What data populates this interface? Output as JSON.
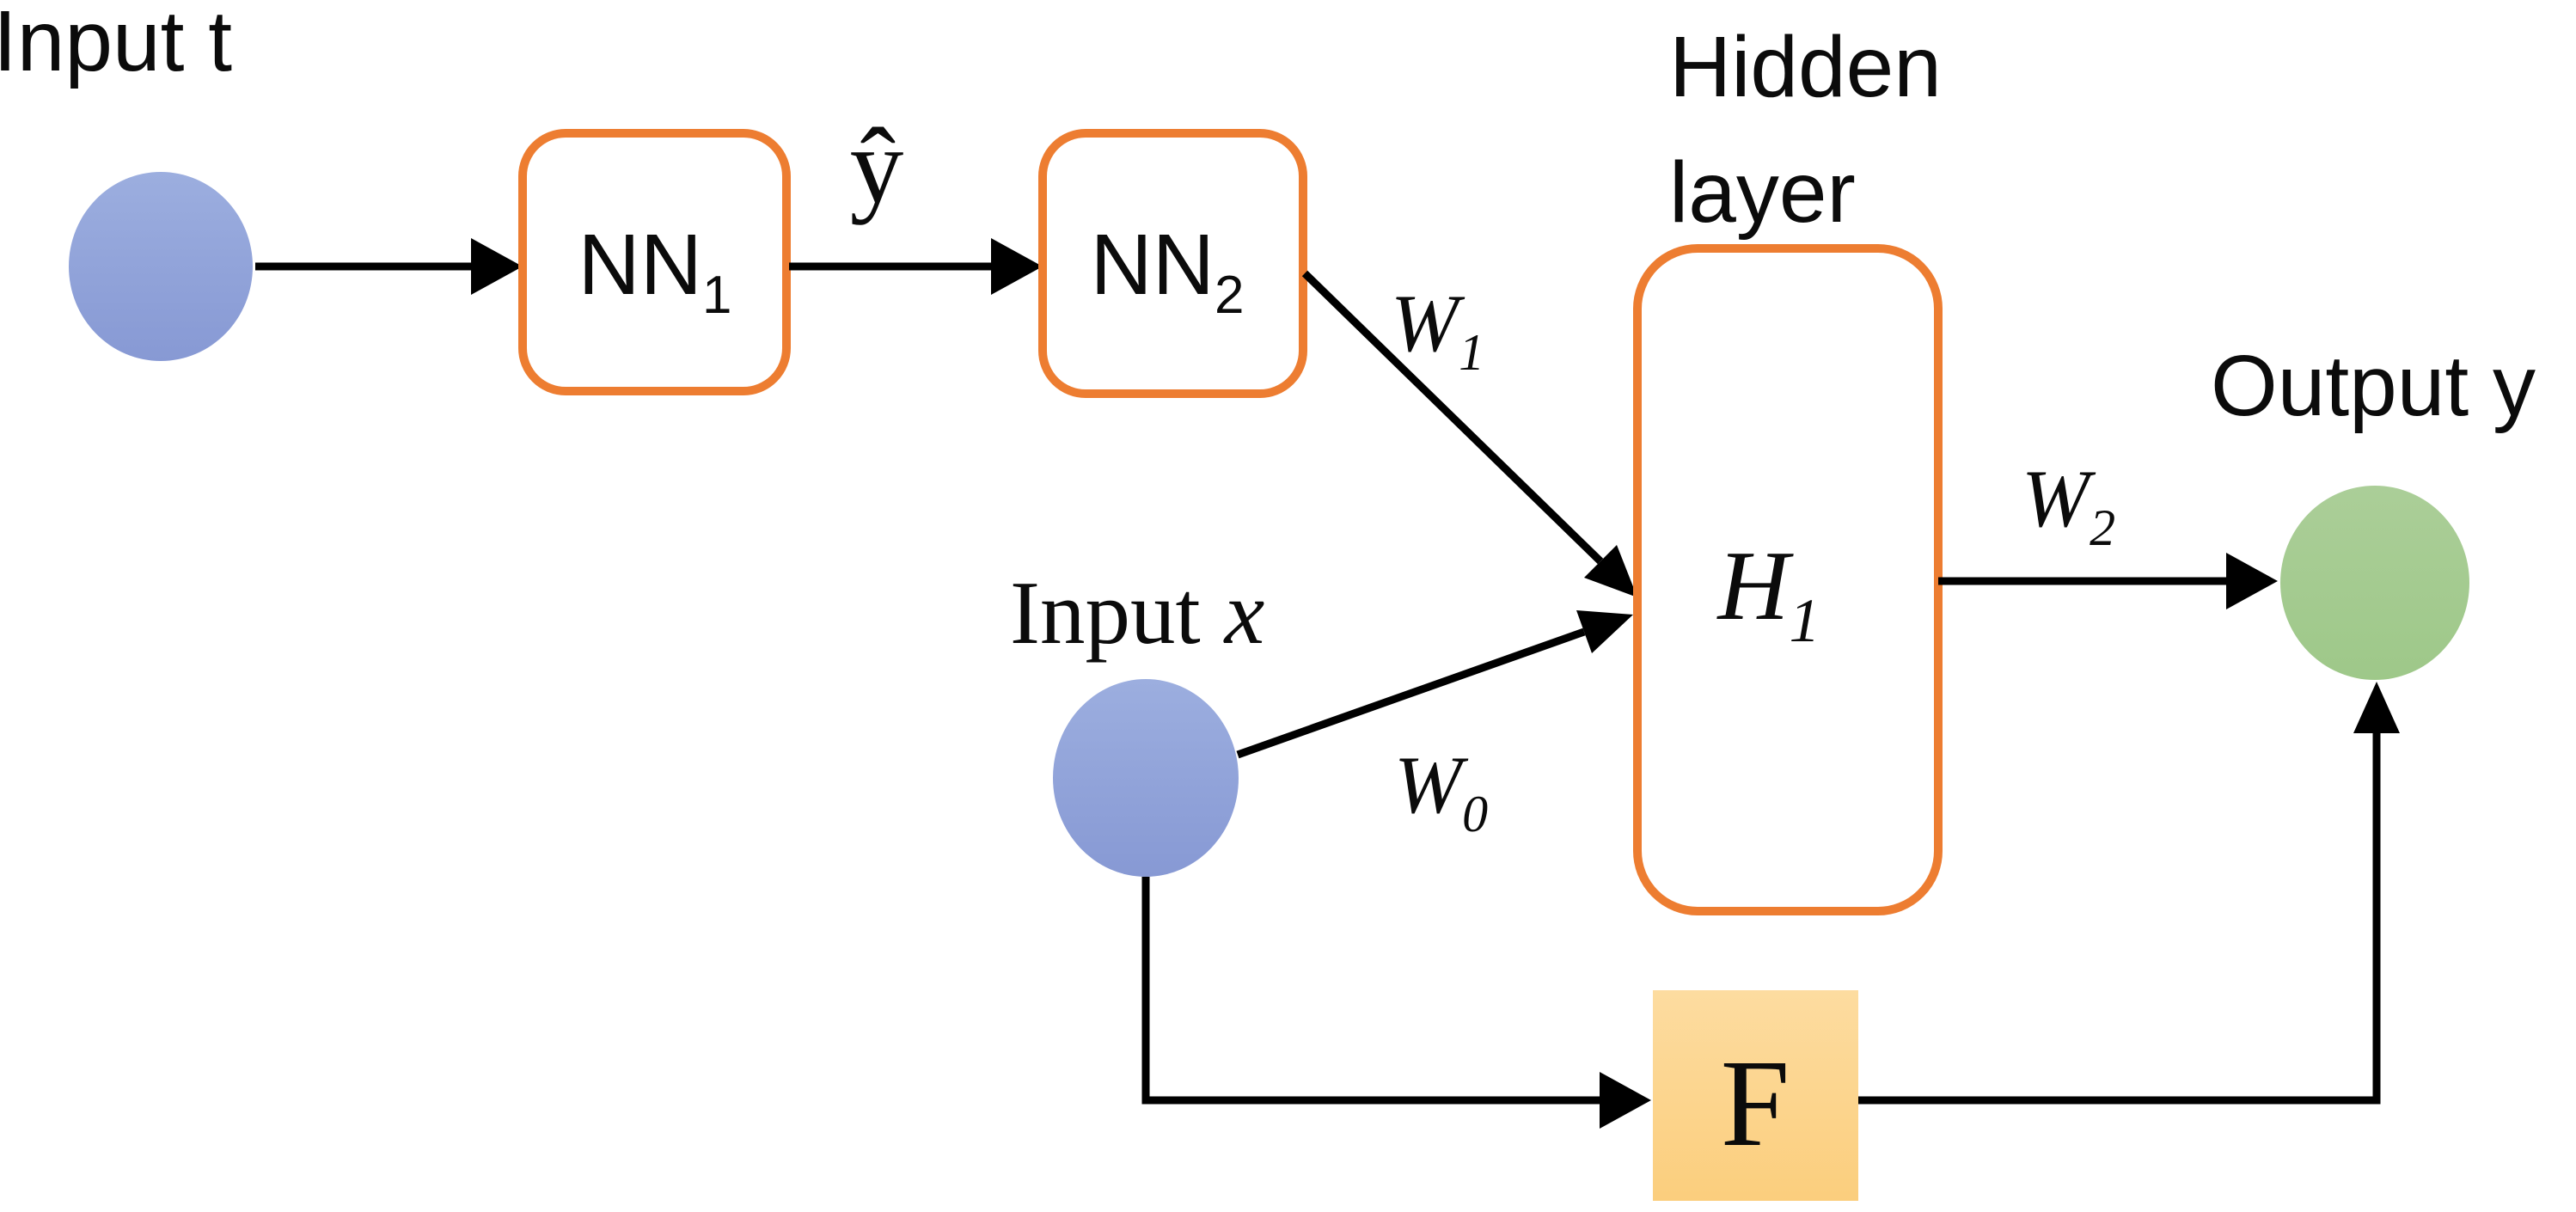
{
  "labels": {
    "input_t": "Input t",
    "hidden_layer_line1": "Hidden",
    "hidden_layer_line2": "layer",
    "output_y": "Output y",
    "input_x_word": "Input",
    "input_x_var": "x",
    "y_hat": "ŷ",
    "nn1_base": "NN",
    "nn1_sub": "1",
    "nn2_base": "NN",
    "nn2_sub": "2",
    "h1_base": "H",
    "h1_sub": "1",
    "w0_base": "W",
    "w0_sub": "0",
    "w1_base": "W",
    "w1_sub": "1",
    "w2_base": "W",
    "w2_sub": "2",
    "f": "F"
  },
  "colors": {
    "background": "#FFFFFF",
    "box_border_orange": "#ED7D31",
    "node_blue_top": "#9CAEDF",
    "node_blue_bottom": "#8799D4",
    "node_green_top": "#ABCE98",
    "node_green_bottom": "#9EC889",
    "f_fill_top": "#FDDCA0",
    "f_fill_bottom": "#FBCE7D",
    "line_black": "#000000"
  }
}
